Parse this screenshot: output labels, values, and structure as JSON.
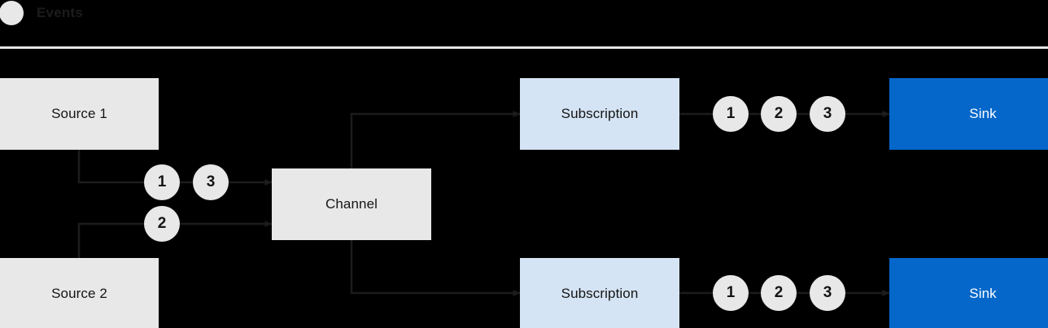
{
  "legend": {
    "marker_icon": "event-dot-icon",
    "label": "Events",
    "marker_color": "#e8e8e8",
    "text_color": "#1c1c1c"
  },
  "colors": {
    "background": "#000000",
    "source_fill": "#e8e8e8",
    "channel_fill": "#e8e8e8",
    "subscription_fill": "#d5e4f4",
    "sink_fill": "#0567ca",
    "sink_text": "#ffffff",
    "node_text": "#151515",
    "wire": "#1c1c1c",
    "divider": "#e4e4e4"
  },
  "diagram": {
    "type": "flow",
    "nodes": [
      {
        "id": "source-1",
        "label": "Source 1",
        "kind": "source"
      },
      {
        "id": "source-2",
        "label": "Source 2",
        "kind": "source"
      },
      {
        "id": "channel",
        "label": "Channel",
        "kind": "channel"
      },
      {
        "id": "subscription-1",
        "label": "Subscription",
        "kind": "subscription"
      },
      {
        "id": "subscription-2",
        "label": "Subscription",
        "kind": "subscription"
      },
      {
        "id": "sink-1",
        "label": "Sink",
        "kind": "sink"
      },
      {
        "id": "sink-2",
        "label": "Sink",
        "kind": "sink"
      }
    ],
    "event_tokens": {
      "source1_to_channel": [
        "1",
        "3"
      ],
      "source2_to_channel": [
        "2"
      ],
      "subscription1_to_sink1": [
        "1",
        "2",
        "3"
      ],
      "subscription2_to_sink2": [
        "1",
        "2",
        "3"
      ]
    },
    "edges": [
      {
        "from": "source-1",
        "to": "channel"
      },
      {
        "from": "source-2",
        "to": "channel"
      },
      {
        "from": "channel",
        "to": "subscription-1"
      },
      {
        "from": "channel",
        "to": "subscription-2"
      },
      {
        "from": "subscription-1",
        "to": "sink-1"
      },
      {
        "from": "subscription-2",
        "to": "sink-2"
      }
    ]
  }
}
